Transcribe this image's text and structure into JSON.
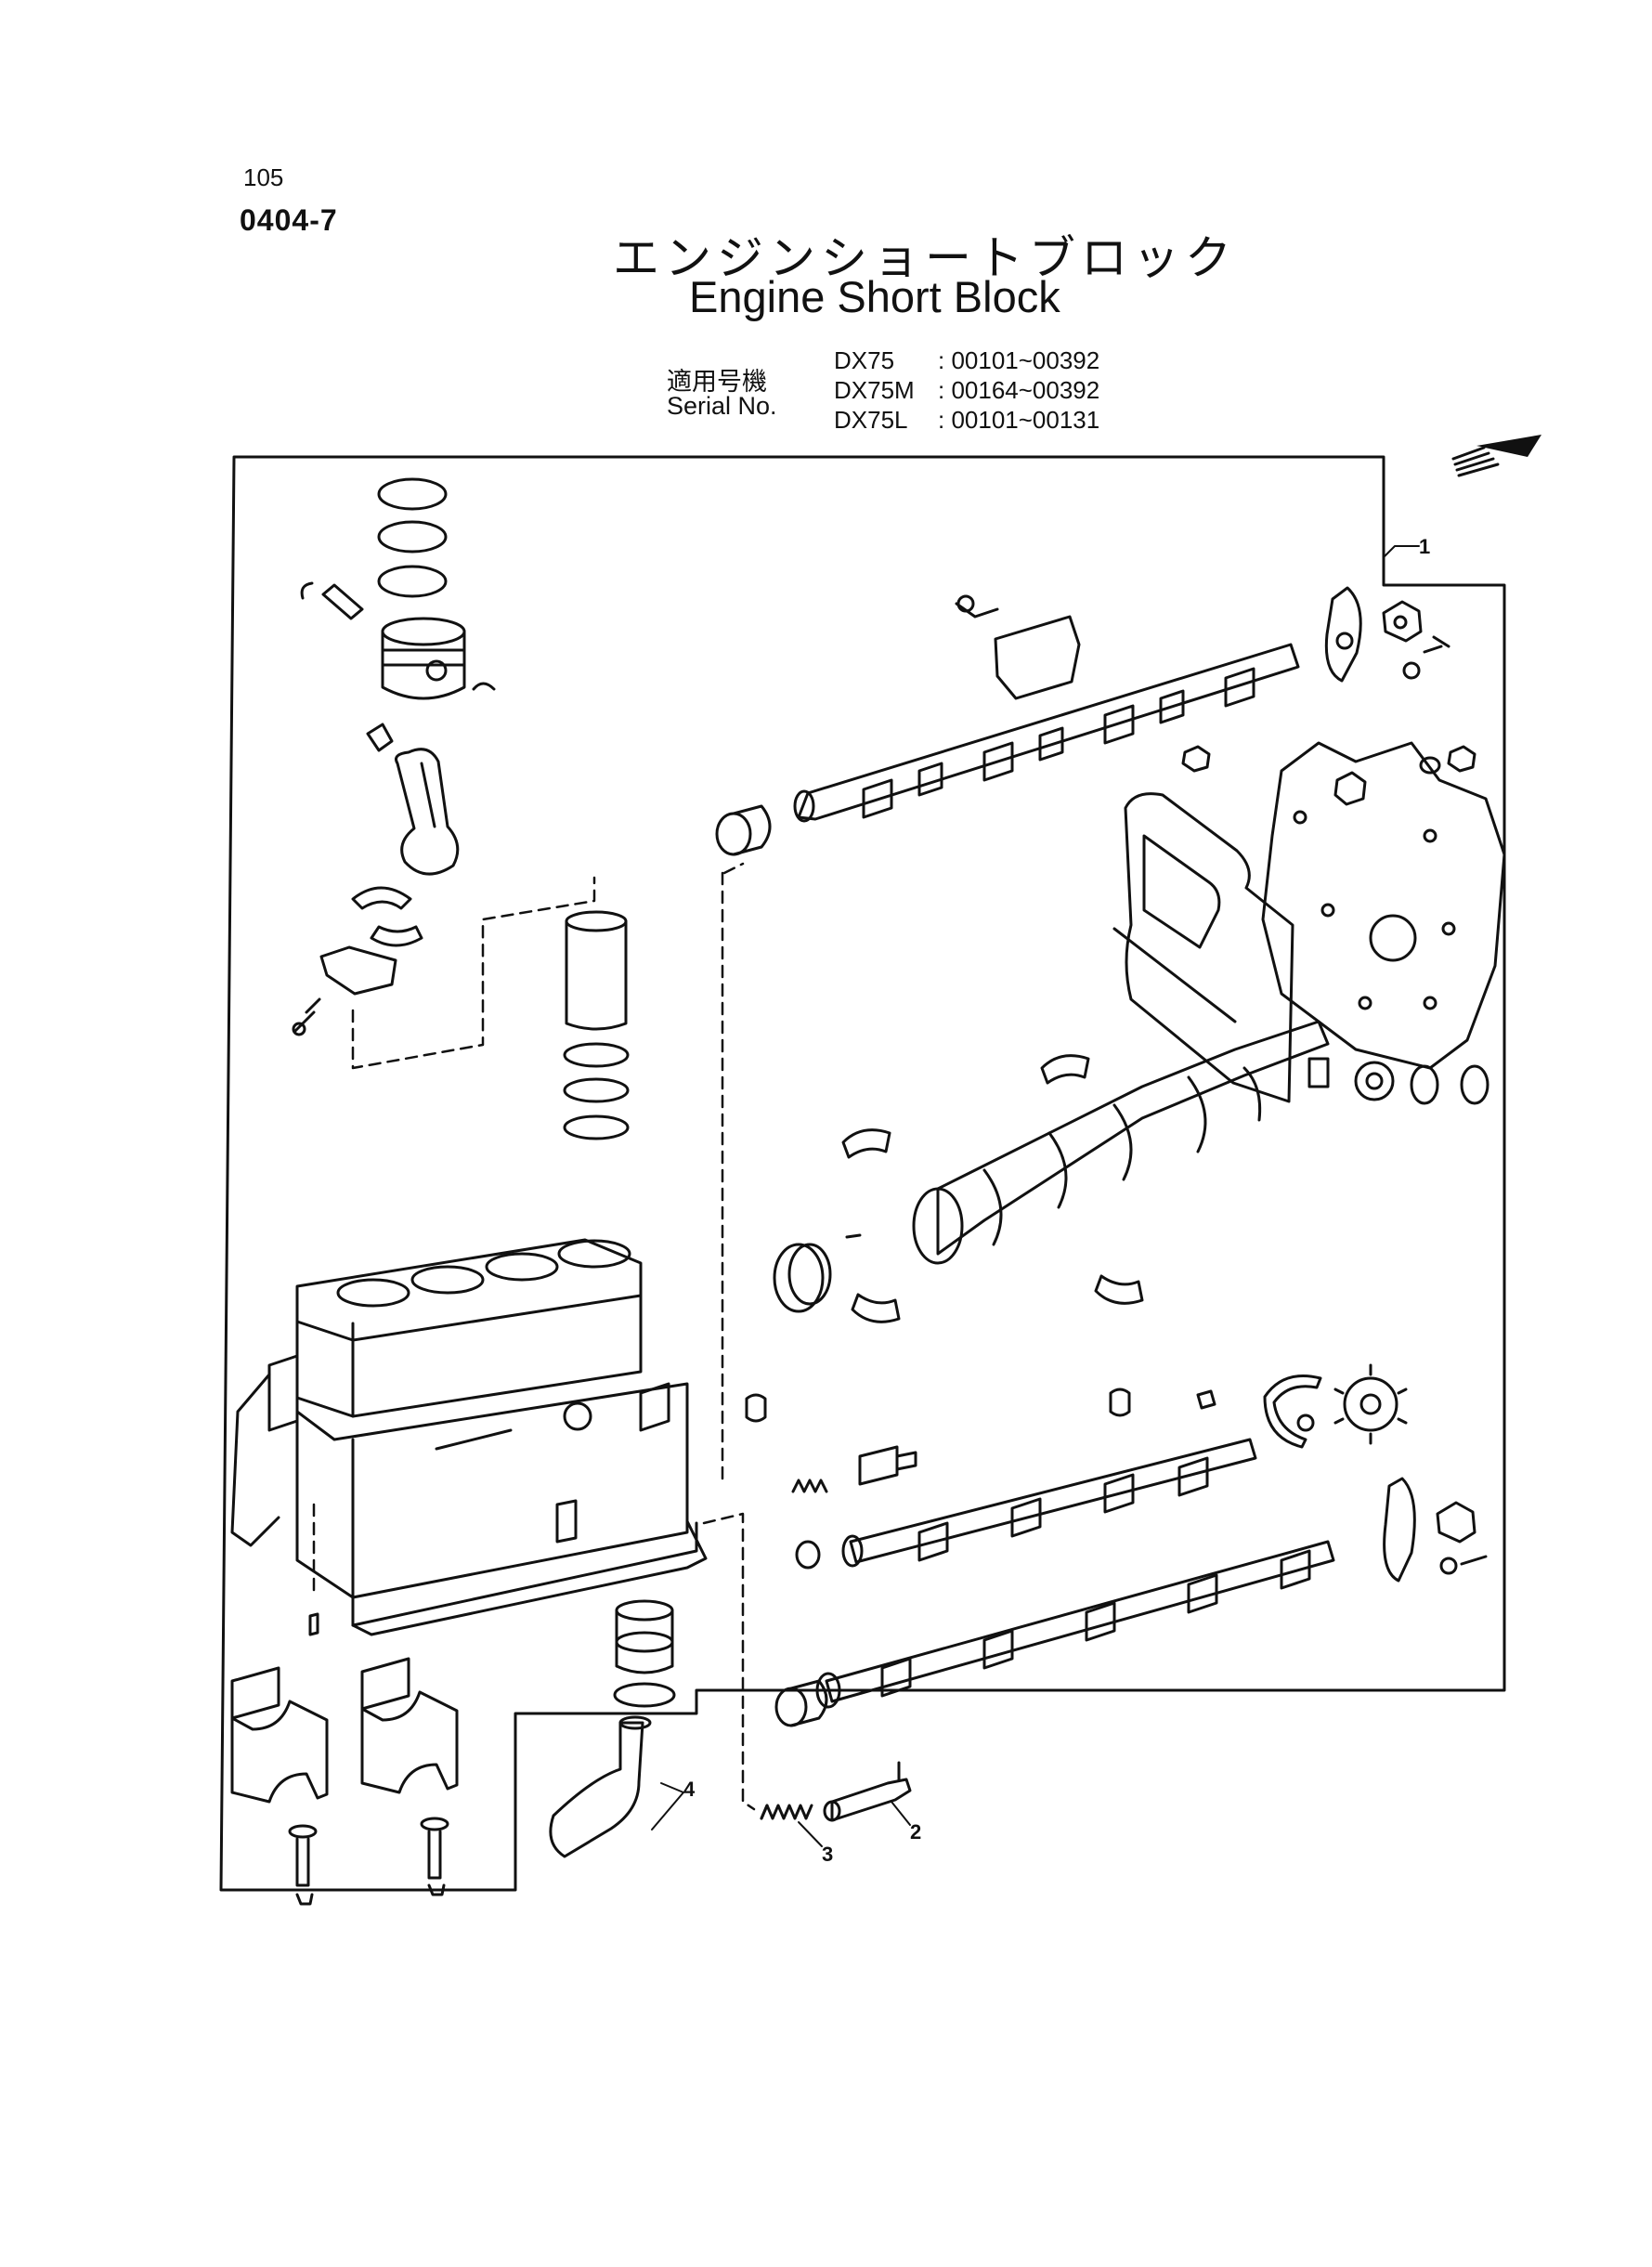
{
  "header": {
    "page_number": "105",
    "figure_code": "0404-7",
    "title_jp": "エンジンショートブロック",
    "title_en": "Engine Short Block"
  },
  "serial": {
    "label_jp": "適用号機",
    "label_en": "Serial No.",
    "rows": [
      {
        "model": "DX75",
        "range": ": 00101~00392"
      },
      {
        "model": "DX75M",
        "range": ": 00164~00392"
      },
      {
        "model": "DX75L",
        "range": ": 00101~00131"
      }
    ]
  },
  "callouts": [
    "1",
    "2",
    "3",
    "4"
  ]
}
